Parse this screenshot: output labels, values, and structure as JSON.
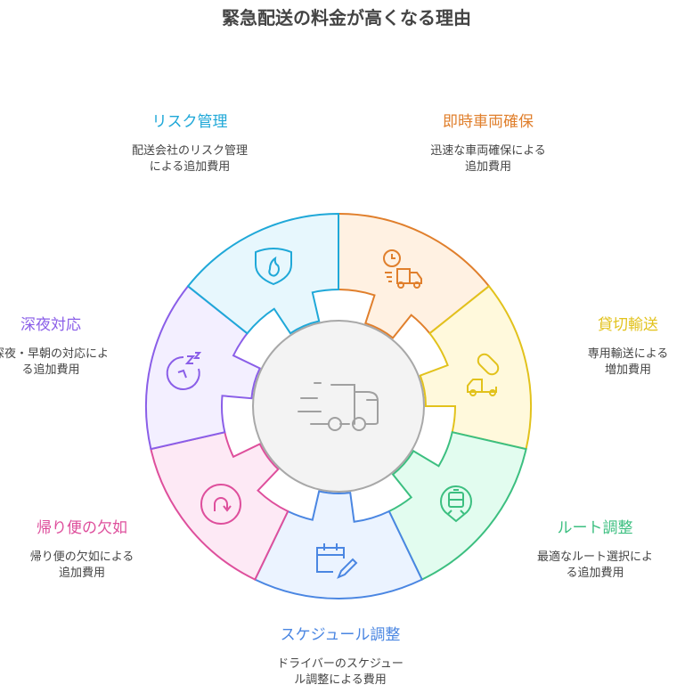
{
  "title": "緊急配送の料金が高くなる理由",
  "center_icon": "fast-truck-icon",
  "segments": [
    {
      "id": "immediate-vehicle",
      "label": "即時車両確保",
      "desc": "迅速な車両確保による\n追加費用",
      "color": "#e07f2c",
      "fill": "#fff1e2",
      "icon": "clock-truck-icon"
    },
    {
      "id": "charter",
      "label": "貸切輸送",
      "desc": "専用輸送による\n増加費用",
      "color": "#e2c21c",
      "fill": "#fff9dc",
      "icon": "truck-capsule-icon"
    },
    {
      "id": "route",
      "label": "ルート調整",
      "desc": "最適なルート選択によ\nる追加費用",
      "color": "#3cbf80",
      "fill": "#e2fcef",
      "icon": "train-pin-icon"
    },
    {
      "id": "schedule",
      "label": "スケジュール調整",
      "desc": "ドライバーのスケジュー\nル調整による費用",
      "color": "#4a86e2",
      "fill": "#ebf3ff",
      "icon": "calendar-edit-icon"
    },
    {
      "id": "return-trip",
      "label": "帰り便の欠如",
      "desc": "帰り便の欠如による\n追加費用",
      "color": "#de4f9c",
      "fill": "#fde9f5",
      "icon": "return-arrow-icon"
    },
    {
      "id": "late-night",
      "label": "深夜対応",
      "desc": "深夜・早朝の対応によ\nる追加費用",
      "color": "#8a5ee8",
      "fill": "#f3efff",
      "icon": "sleep-clock-icon"
    },
    {
      "id": "risk",
      "label": "リスク管理",
      "desc": "配送会社のリスク管理\nによる追加費用",
      "color": "#1fa8d8",
      "fill": "#e7f7fd",
      "icon": "shield-fire-icon"
    }
  ]
}
